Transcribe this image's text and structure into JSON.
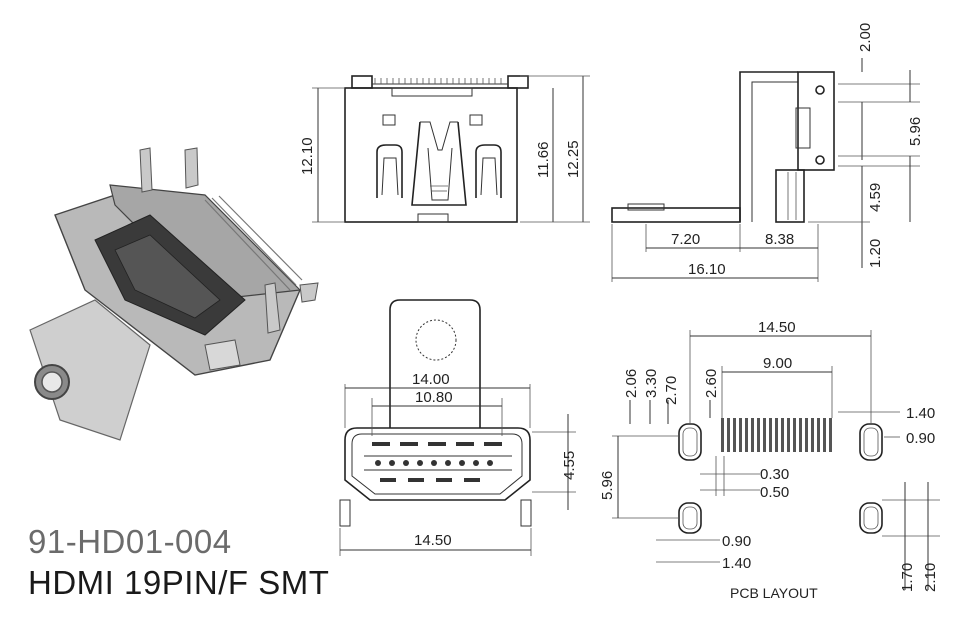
{
  "title": {
    "part_number": "91-HD01-004",
    "description": "HDMI 19PIN/F SMT"
  },
  "front_view": {
    "height_left": "12.10",
    "height_inner": "11.66",
    "height_right": "12.25"
  },
  "side_view": {
    "dim_top": "2.00",
    "dim_pitch": "5.96",
    "dim_lower": "4.59",
    "dim_bottom": "1.20",
    "dim_a": "7.20",
    "dim_b": "8.38",
    "dim_total": "16.10"
  },
  "rear_view": {
    "width_outer": "14.00",
    "width_inner": "10.80",
    "height": "4.55",
    "width_base": "14.50"
  },
  "pcb_layout": {
    "label": "PCB LAYOUT",
    "width_total": "14.50",
    "pin_span": "9.00",
    "d_206": "2.06",
    "d_330": "3.30",
    "d_270": "2.70",
    "d_260": "2.60",
    "pad_w": "1.40",
    "pad_h": "0.90",
    "pitch_v": "5.96",
    "pin_w": "0.30",
    "pin_pitch": "0.50",
    "lower_pad_h": "0.90",
    "lower_pad_w": "1.40",
    "d_170": "1.70",
    "d_210": "2.10"
  }
}
